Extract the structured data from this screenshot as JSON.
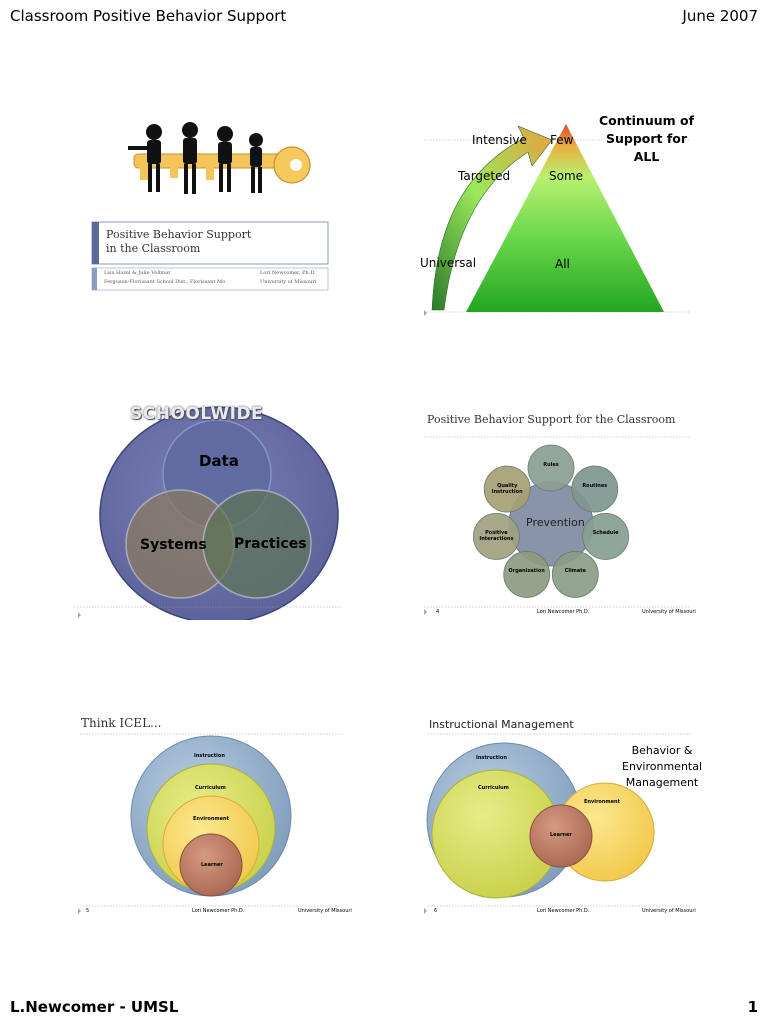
{
  "header": {
    "title": "Classroom Positive Behavior Support",
    "date": "June 2007"
  },
  "footer": {
    "author": "L.Newcomer - UMSL",
    "page": "1"
  },
  "slide1": {
    "title_line1": "Positive Behavior Support",
    "title_line2": "in the Classroom",
    "author_left1": "Lisa Hazel & Julie Vollmar",
    "author_left2": "Ferguson-Florissant School Dist., Florissant Mo",
    "author_right1": "Lori Newcomer, Ph.D.",
    "author_right2": "University of Missouri"
  },
  "slide2": {
    "heading": "Continuum of Support for ALL",
    "heading_line1": "Continuum of",
    "heading_line2": "Support for",
    "heading_line3": "ALL",
    "intensive": "Intensive",
    "targeted": "Targeted",
    "universal": "Universal",
    "few": "Few",
    "some": "Some",
    "all": "All",
    "colors": {
      "top": "#d94a2a",
      "mid": "#9be85a",
      "bottom": "#2fa82a"
    }
  },
  "slide3": {
    "banner": "SCHOOLWIDE",
    "data": "Data",
    "systems": "Systems",
    "practices": "Practices"
  },
  "slide4": {
    "title": "Positive Behavior Support for the Classroom",
    "center": "Prevention",
    "petals": [
      "Rules",
      "Routines",
      "Schedule",
      "Climate",
      "Organization",
      "Positive Interactions",
      "Quality Instruction"
    ],
    "footer_mid": "Lori Newcomer Ph.D.",
    "footer_right": "University of Missouri",
    "slide_num": "4"
  },
  "slide5": {
    "title": "Think ICEL...",
    "rings": [
      "Instruction",
      "Curriculum",
      "Environment",
      "Learner"
    ],
    "footer_mid": "Lori Newcomer Ph.D.",
    "footer_right": "University of Missouri",
    "slide_num": "5"
  },
  "slide6": {
    "title": "Instructional Management",
    "side_line1": "Behavior &",
    "side_line2": "Environmental",
    "side_line3": "Management",
    "instruction": "Instruction",
    "curriculum": "Curriculum",
    "environment": "Environment",
    "learner": "Learner",
    "footer_mid": "Lori Newcomer Ph.D.",
    "footer_right": "University of Missouri",
    "slide_num": "6"
  }
}
